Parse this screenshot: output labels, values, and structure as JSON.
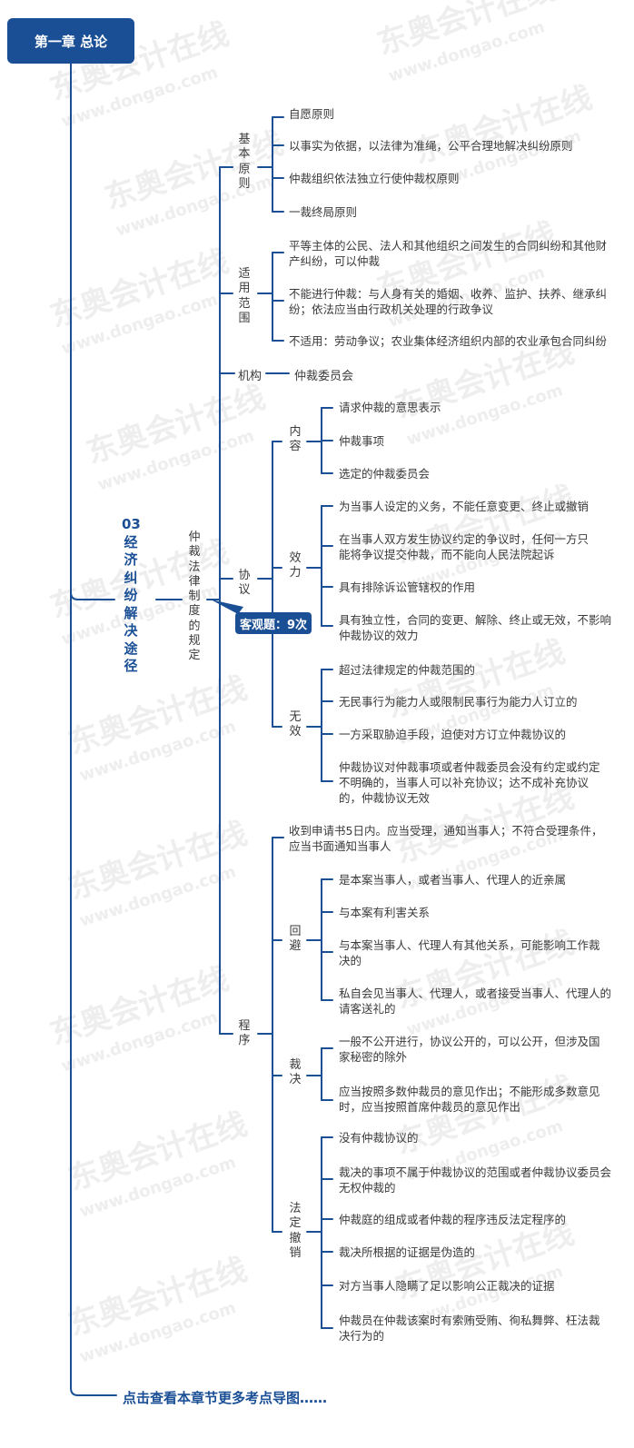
{
  "watermark": {
    "brand": "东奥会计在线",
    "url": "www.dongao.com"
  },
  "chapter": "第一章 总论",
  "main_topic": "03经济纠纷解决途径",
  "sub_topic": "仲裁法律制度的规定",
  "badge": "客观题：9次",
  "more_link": "点击查看本章节更多考点导图……",
  "basic_principles": {
    "label": "基本原则",
    "items": [
      "自愿原则",
      "以事实为依据，以法律为准绳，公平合理地解决纠纷原则",
      "仲裁组织依法独立行使仲裁权原则",
      "一裁终局原则"
    ]
  },
  "scope": {
    "label": "适用范围",
    "items": [
      "平等主体的公民、法人和其他组织之间发生的合同纠纷和其他财产纠纷，可以仲裁",
      "不能进行仲裁：与人身有关的婚姻、收养、监护、扶养、继承纠纷；依法应当由行政机关处理的行政争议",
      "不适用：劳动争议；农业集体经济组织内部的农业承包合同纠纷"
    ]
  },
  "institution": {
    "label": "机构",
    "value": "仲裁委员会"
  },
  "agreement": {
    "label": "协议",
    "content": {
      "label": "内容",
      "items": [
        "请求仲裁的意思表示",
        "仲裁事项",
        "选定的仲裁委员会"
      ]
    },
    "effect": {
      "label": "效力",
      "items": [
        "为当事人设定的义务，不能任意变更、终止或撤销",
        "在当事人双方发生协议约定的争议时，任何一方只能将争议提交仲裁，而不能向人民法院起诉",
        "具有排除诉讼管辖权的作用",
        "具有独立性，合同的变更、解除、终止或无效，不影响仲裁协议的效力"
      ]
    },
    "invalid": {
      "label": "无效",
      "items": [
        "超过法律规定的仲裁范围的",
        "无民事行为能力人或限制民事行为能力人订立的",
        "一方采取胁迫手段，迫使对方订立仲裁协议的",
        "仲裁协议对仲裁事项或者仲裁委员会没有约定或约定不明确的，当事人可以补充协议；达不成补充协议的，仲裁协议无效"
      ]
    }
  },
  "procedure": {
    "label": "程序",
    "intro": "收到申请书5日内。应当受理，通知当事人；不符合受理条件，应当书面通知当事人",
    "recusal": {
      "label": "回避",
      "items": [
        "是本案当事人，或者当事人、代理人的近亲属",
        "与本案有利害关系",
        "与本案当事人、代理人有其他关系，可能影响工作裁决的",
        "私自会见当事人、代理人，或者接受当事人、代理人的请客送礼的"
      ]
    },
    "award": {
      "label": "裁决",
      "items": [
        "一般不公开进行，协议公开的，可以公开，但涉及国家秘密的除外",
        "应当按照多数仲裁员的意见作出；不能形成多数意见时，应当按照首席仲裁员的意见作出"
      ]
    },
    "revoke": {
      "label": "法定撤销",
      "items": [
        "没有仲裁协议的",
        "裁决的事项不属于仲裁协议的范围或者仲裁协议委员会无权仲裁的",
        "仲裁庭的组成或者仲裁的程序违反法定程序的",
        "裁决所根据的证据是伪造的",
        "对方当事人隐瞒了足以影响公正裁决的证据",
        "仲裁员在仲裁该案时有索贿受贿、徇私舞弊、枉法裁决行为的"
      ]
    }
  },
  "colors": {
    "primary": "#1a4f95",
    "text": "#3a3a3a",
    "watermark": "#f2f2f2"
  }
}
